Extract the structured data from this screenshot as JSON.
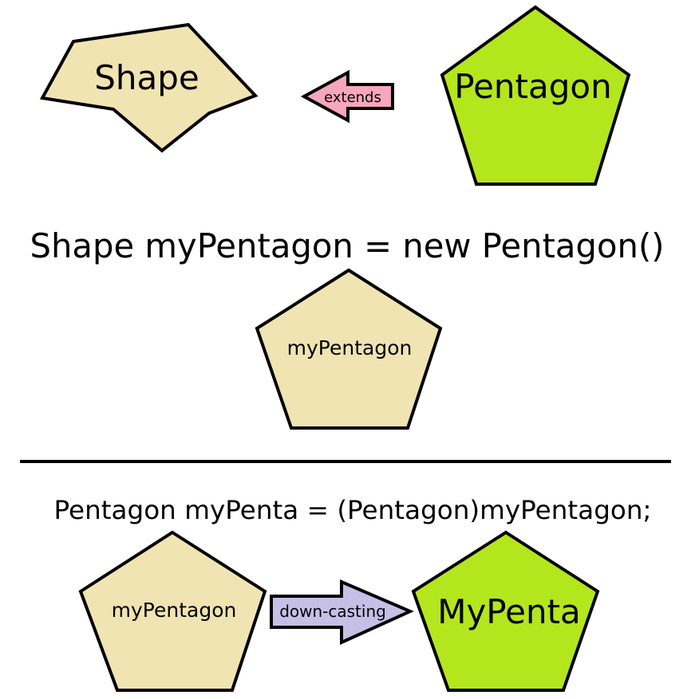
{
  "diagram": {
    "top": {
      "shape_label": "Shape",
      "arrow_label": "extends",
      "pentagon_label": "Pentagon"
    },
    "declaration": {
      "code": "Shape myPentagon = new Pentagon()",
      "object_label": "myPentagon"
    },
    "cast": {
      "code": "Pentagon myPenta = (Pentagon)myPentagon;",
      "source_label": "myPentagon",
      "arrow_label": "down-casting",
      "target_label": "MyPenta"
    }
  },
  "colors": {
    "shape_fill": "#f0e4b2",
    "pentagon_fill": "#b4e61e",
    "extends_arrow_fill": "#f7a6bf",
    "downcast_arrow_fill": "#c6bfe6",
    "stroke": "#000000"
  }
}
